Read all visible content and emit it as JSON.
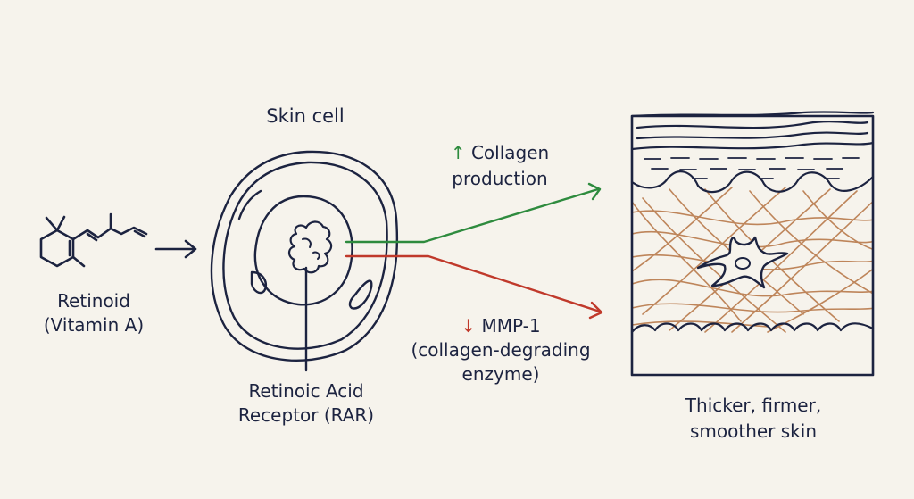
{
  "colors": {
    "background": "#f6f3ec",
    "ink": "#1c2340",
    "up_green": "#2e8b3e",
    "down_red": "#c0392b",
    "collagen_brown": "#b87a4b"
  },
  "molecule": {
    "name_line1": "Retinoid",
    "name_line2": "(Vitamin A)"
  },
  "cell": {
    "title": "Skin cell",
    "receptor_line1": "Retinoic Acid",
    "receptor_line2": "Receptor (RAR)"
  },
  "effects": {
    "up_symbol": "↑",
    "up_line1": "Collagen",
    "up_line2": "production",
    "down_symbol": "↓",
    "down_line1": "MMP-1",
    "down_line2": "(collagen-degrading",
    "down_line3": "enzyme)"
  },
  "result": {
    "line1": "Thicker, firmer,",
    "line2": "smoother skin"
  },
  "icons": {
    "input_arrow": "right-arrow-icon",
    "molecule": "retinoid-molecule-icon",
    "cell": "skin-cell-icon",
    "skin": "skin-cross-section-icon"
  }
}
